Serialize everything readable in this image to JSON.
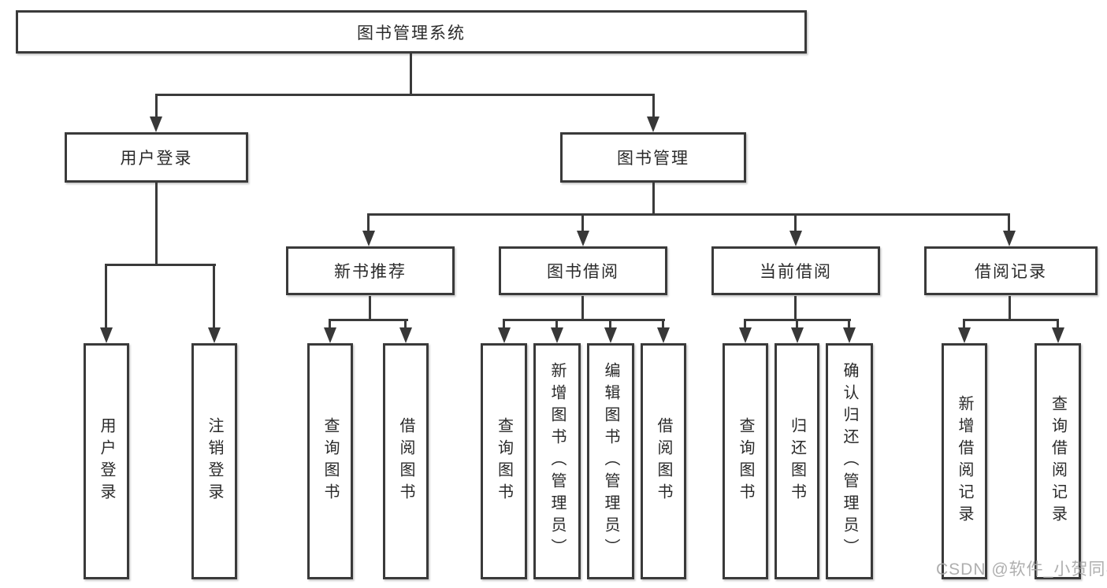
{
  "diagram_title": "图书管理系统",
  "root": {
    "label": "图书管理系统"
  },
  "level2": {
    "user_login": {
      "label": "用户登录"
    },
    "book_mgmt": {
      "label": "图书管理"
    }
  },
  "level3": {
    "new_books": {
      "label": "新书推荐"
    },
    "borrowing": {
      "label": "图书借阅"
    },
    "current": {
      "label": "当前借阅"
    },
    "records": {
      "label": "借阅记录"
    }
  },
  "leaves": {
    "user_login": [
      "用户登录",
      "注销登录"
    ],
    "new_books": [
      "查询图书",
      "借阅图书"
    ],
    "borrowing": [
      "查询图书",
      "新增图书（管理员）",
      "编辑图书（管理员）",
      "借阅图书"
    ],
    "current": [
      "查询图书",
      "归还图书",
      "确认归还（管理员）"
    ],
    "records": [
      "新增借阅记录",
      "查询借阅记录"
    ]
  },
  "watermark": {
    "text": "CSDN @软件_小贺同学",
    "color": "#a8a8a8"
  },
  "colors": {
    "line": "#3a3a3a",
    "box_border": "#3a3a3a",
    "text": "#2a2a2a",
    "background": "#ffffff"
  }
}
